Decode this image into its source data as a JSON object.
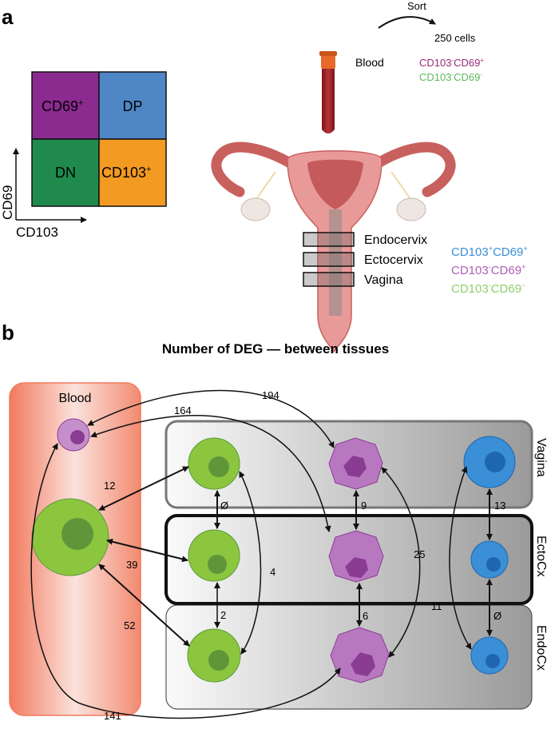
{
  "panel_a": {
    "label": "a",
    "gate": {
      "q_cd69": "CD69",
      "q_dp": "DP",
      "q_dn": "DN",
      "q_cd103": "CD103",
      "sup_plus": "+",
      "y_axis": "CD69",
      "x_axis": "CD103",
      "colors": {
        "cd69": "#8b2a8f",
        "dp": "#4f86c6",
        "dn": "#1f8a4c",
        "cd103": "#f39a22"
      }
    },
    "sort": {
      "label": "Sort",
      "cells": "250 cells"
    },
    "blood": {
      "label": "Blood",
      "pop1_a": "CD103",
      "pop1_sup1": "-",
      "pop1_b": "CD69",
      "pop1_sup2": "+",
      "pop2_a": "CD103",
      "pop2_sup1": "-",
      "pop2_b": "CD69",
      "pop2_sup2": "-"
    },
    "tissues": {
      "endocervix": "Endocervix",
      "ectocervix": "Ectocervix",
      "vagina": "Vagina"
    },
    "tissue_pops": [
      {
        "a": "CD103",
        "s1": "+",
        "b": "CD69",
        "s2": "+",
        "color": "#3a8fd6"
      },
      {
        "a": "CD103",
        "s1": "-",
        "b": "CD69",
        "s2": "+",
        "color": "#b05fb5"
      },
      {
        "a": "CD103",
        "s1": "-",
        "b": "CD69",
        "s2": "−",
        "color": "#8fce6a"
      }
    ]
  },
  "panel_b": {
    "label": "b",
    "title": "Number of DEG — between tissues",
    "blood_label": "Blood",
    "vagina_label": "Vagina",
    "ectocx_label": "EctoCx",
    "endocx_label": "EndoCx",
    "numbers": {
      "n194": "194",
      "n164": "164",
      "n12": "12",
      "n39": "39",
      "n52": "52",
      "n141": "141",
      "n_empty1": "Ø",
      "n2": "2",
      "n4": "4",
      "n9": "9",
      "n6": "6",
      "n25": "25",
      "n13": "13",
      "n11": "11",
      "n_empty2": "Ø"
    },
    "colors": {
      "green": "#8cc63f",
      "green_nuc": "#5a9a3a",
      "purple": "#b878c0",
      "purple_nuc": "#8a3c93",
      "blue": "#3a8fd6",
      "blue_nuc": "#1f66b0",
      "blood_bg": "#f28a70"
    }
  }
}
